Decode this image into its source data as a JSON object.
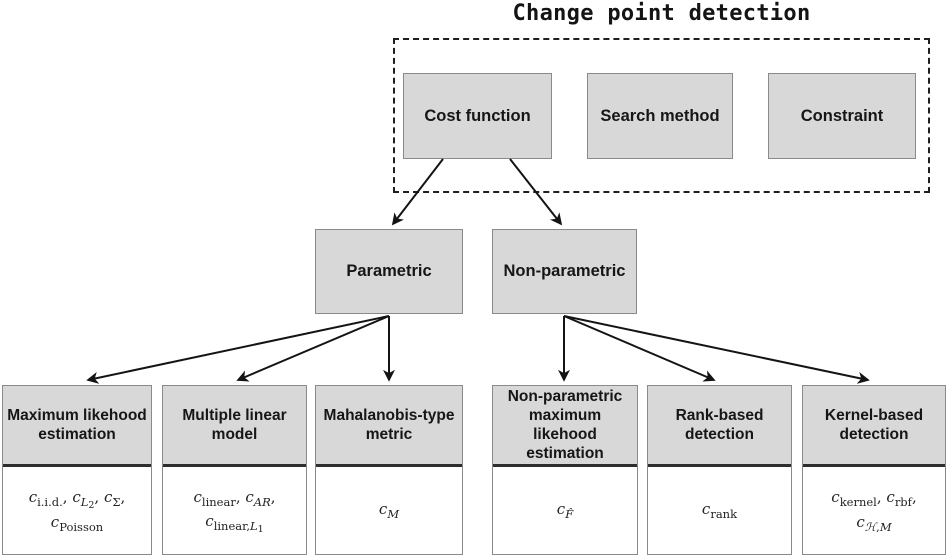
{
  "title": "Change point detection",
  "framework": {
    "boxes": [
      {
        "label": "Cost function"
      },
      {
        "label": "Search method"
      },
      {
        "label": "Constraint"
      }
    ]
  },
  "categories": [
    {
      "label": "Parametric"
    },
    {
      "label": "Non-parametric"
    }
  ],
  "leaves": [
    {
      "title": "Maximum likehood estimation",
      "math": [
        [
          [
            "c",
            "it"
          ],
          [
            "i.i.d.",
            "sub"
          ],
          [
            ", ",
            "rm"
          ],
          [
            "c",
            "it"
          ],
          [
            "L",
            "subit"
          ],
          [
            "2",
            "s2"
          ],
          [
            ", ",
            "rm"
          ],
          [
            "c",
            "it"
          ],
          [
            "Σ",
            "sub"
          ],
          [
            ",",
            "rm"
          ]
        ],
        [
          [
            "c",
            "it"
          ],
          [
            "Poisson",
            "sub"
          ]
        ]
      ]
    },
    {
      "title": "Multiple linear model",
      "math": [
        [
          [
            "c",
            "it"
          ],
          [
            "linear",
            "sub"
          ],
          [
            ", ",
            "rm"
          ],
          [
            "c",
            "it"
          ],
          [
            "AR",
            "subit"
          ],
          [
            ",",
            "rm"
          ]
        ],
        [
          [
            "c",
            "it"
          ],
          [
            "linear,",
            "sub"
          ],
          [
            "L",
            "subit"
          ],
          [
            "1",
            "s2"
          ]
        ]
      ]
    },
    {
      "title": "Mahalanobis-type metric",
      "math": [
        [
          [
            "c",
            "it"
          ],
          [
            "M",
            "subit"
          ]
        ]
      ]
    },
    {
      "title": "Non-parametric maximum likehood estimation",
      "math": [
        [
          [
            "c",
            "it"
          ],
          [
            "F̂",
            "subit"
          ]
        ]
      ]
    },
    {
      "title": "Rank-based detection",
      "math": [
        [
          [
            "c",
            "it"
          ],
          [
            "rank",
            "sub"
          ]
        ]
      ]
    },
    {
      "title": "Kernel-based detection",
      "math": [
        [
          [
            "c",
            "it"
          ],
          [
            "kernel",
            "sub"
          ],
          [
            ", ",
            "rm"
          ],
          [
            "c",
            "it"
          ],
          [
            "rbf",
            "sub"
          ],
          [
            ",",
            "rm"
          ]
        ],
        [
          [
            "c",
            "it"
          ],
          [
            "ℋ",
            "subit"
          ],
          [
            ",",
            "sub"
          ],
          [
            "M",
            "subit"
          ]
        ]
      ]
    }
  ],
  "colors": {
    "box_fill": "#d8d8d8",
    "box_border": "#8a8a8a",
    "header_divider": "#2e2e2e",
    "arrow": "#141414",
    "background": "#ffffff"
  }
}
